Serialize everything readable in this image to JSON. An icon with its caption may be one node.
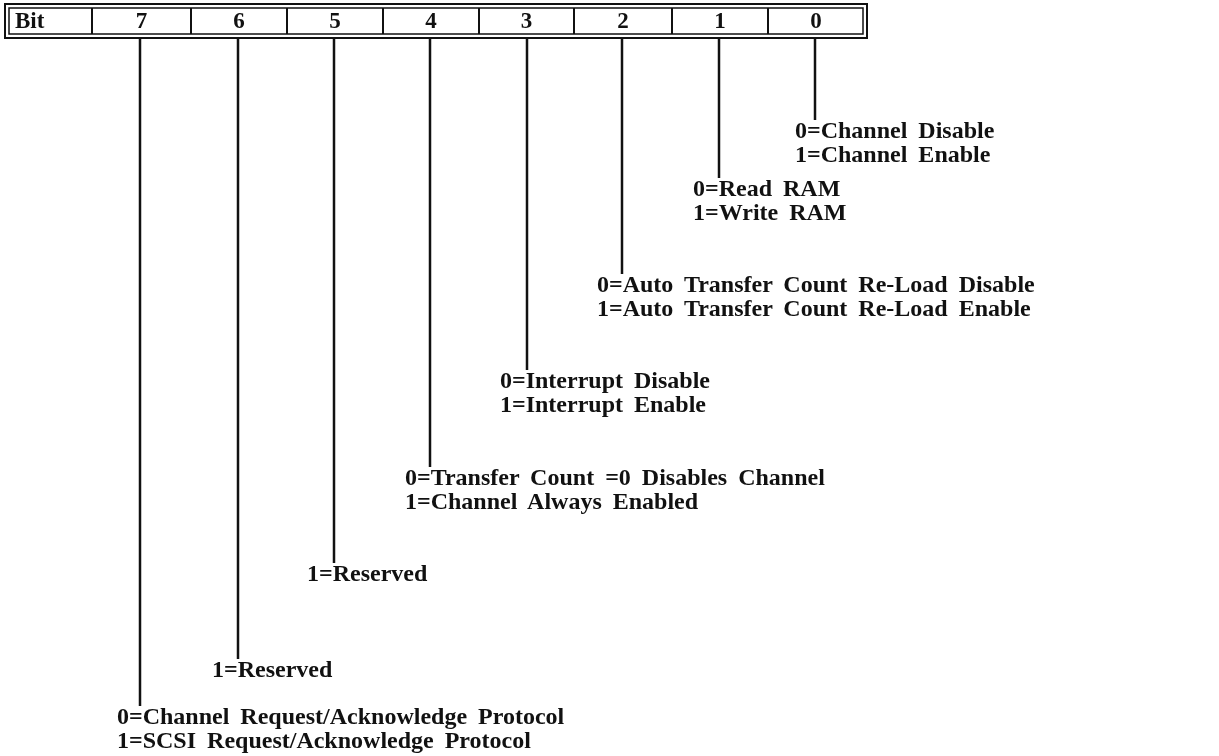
{
  "diagram": {
    "nodes": [
      {
        "text": [
          "Bit"
        ]
      },
      {
        "text": [
          "7"
        ]
      },
      {
        "text": [
          "6"
        ]
      },
      {
        "text": [
          "5"
        ]
      },
      {
        "text": [
          "4"
        ]
      },
      {
        "text": [
          "3"
        ]
      },
      {
        "text": [
          "2"
        ]
      },
      {
        "text": [
          "1"
        ]
      },
      {
        "text": [
          "0"
        ]
      },
      {
        "text": [
          "0=Channel Disable",
          "1=Channel Enable"
        ]
      },
      {
        "text": [
          "0=Read RAM",
          "1=Write RAM"
        ]
      },
      {
        "text": [
          "0=Auto Transfer Count Re-Load Disable",
          "1=Auto Transfer Count Re-Load Enable"
        ]
      },
      {
        "text": [
          "0=Interrupt Disable",
          "1=Interrupt Enable"
        ]
      },
      {
        "text": [
          "0=Transfer Count =0 Disables Channel",
          "1=Channel Always Enabled"
        ]
      },
      {
        "text": [
          "1=Reserved"
        ]
      },
      {
        "text": [
          "1=Reserved"
        ]
      },
      {
        "text": [
          "0=Channel Request/Acknowledge Protocol",
          "1=SCSI Request/Acknowledge Protocol"
        ]
      }
    ],
    "edges": [
      {
        "from": 8,
        "to": 9,
        "arrow": "none"
      },
      {
        "from": 7,
        "to": 10,
        "arrow": "none"
      },
      {
        "from": 6,
        "to": 11,
        "arrow": "none"
      },
      {
        "from": 5,
        "to": 12,
        "arrow": "none"
      },
      {
        "from": 4,
        "to": 13,
        "arrow": "none"
      },
      {
        "from": 3,
        "to": 14,
        "arrow": "none"
      },
      {
        "from": 2,
        "to": 15,
        "arrow": "none"
      },
      {
        "from": 1,
        "to": 16,
        "arrow": "none"
      }
    ]
  }
}
